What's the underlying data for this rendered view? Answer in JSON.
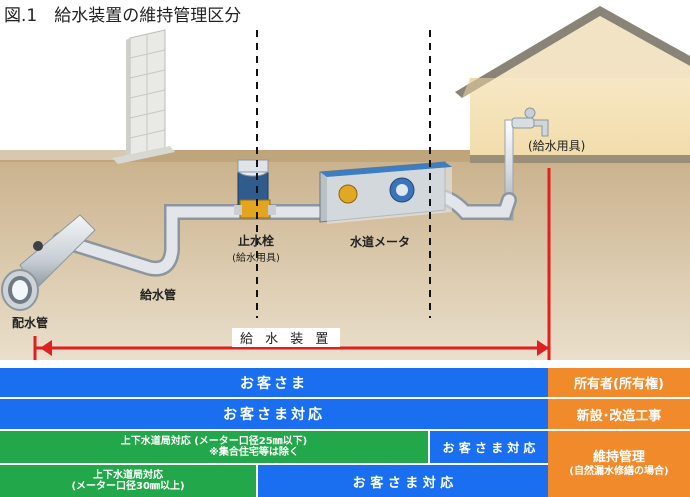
{
  "title": "図.1　給水装置の維持管理区分",
  "labels": {
    "water_tap": "(給水用具)",
    "stop_valve_line1": "止水栓",
    "stop_valve_line2": "(給水用具)",
    "water_meter": "水道メータ",
    "service_pipe": "給水管",
    "distribution_main": "配水管",
    "supply_device": "給 水 装 置"
  },
  "bars": {
    "row1_customer": "お客さま",
    "row1_owner": "所有者(所有権)",
    "row2_customer_action": "お客さま対応",
    "row2_new_work": "新設･改造工事",
    "row3_bureau_line1": "上下水道局対応 (メーター口径25㎜以下)",
    "row3_bureau_line2": "※集合住宅等は除く",
    "row3_customer_action": "お 客 さ ま 対 応",
    "maintenance_line1": "維持管理",
    "maintenance_line2": "(自然漏水修繕の場合)",
    "row4_bureau_line1": "上下水道局対応",
    "row4_bureau_line2": "(メーター口径30㎜以上)",
    "row4_customer_action": "お 客 さ ま 対 応"
  },
  "colors": {
    "blue": "#1a6ff0",
    "green": "#22a84a",
    "orange": "#f08a2a",
    "arrow_red": "#e02020",
    "ground": "#d9c8a8",
    "pipe": "#dfe4e8"
  }
}
